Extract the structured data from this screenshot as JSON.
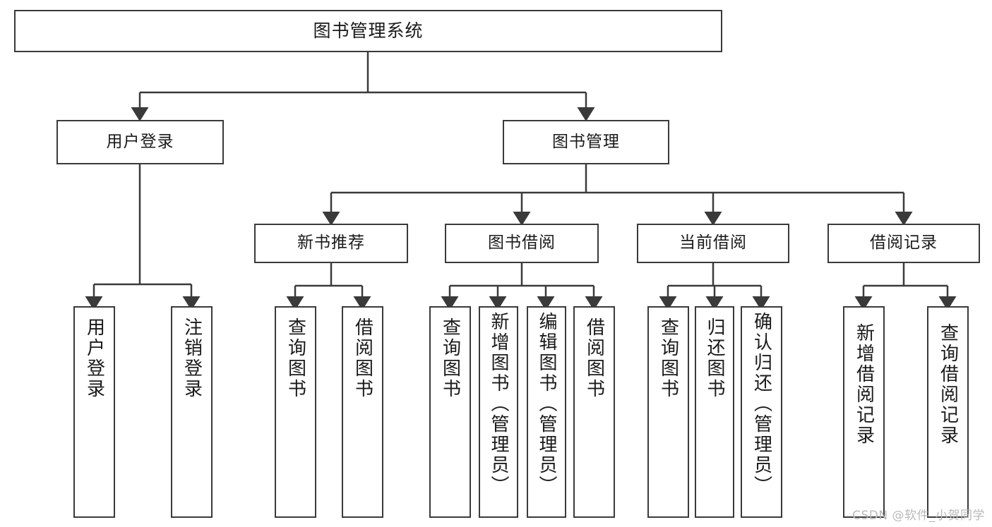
{
  "diagram": {
    "title": "图书管理系统",
    "type": "tree",
    "watermark": "CSDN @软件_小贺同学",
    "colors": {
      "box_border": "#3a3a3a",
      "box_fill": "#ffffff",
      "line": "#3a3a3a",
      "text": "#1a1a1a",
      "watermark": "#b9b9b9"
    },
    "root": {
      "label": "图书管理系统"
    },
    "level1": [
      {
        "label": "用户登录"
      },
      {
        "label": "图书管理"
      }
    ],
    "level2": [
      {
        "label": "新书推荐"
      },
      {
        "label": "图书借阅"
      },
      {
        "label": "当前借阅"
      },
      {
        "label": "借阅记录"
      }
    ],
    "leaves": {
      "user_login": [
        {
          "label": "用户登录"
        },
        {
          "label": "注销登录"
        }
      ],
      "new_book_recommend": [
        {
          "label": "查询图书"
        },
        {
          "label": "借阅图书"
        }
      ],
      "book_borrow": [
        {
          "label": "查询图书"
        },
        {
          "label": "新增图书（管理员）"
        },
        {
          "label": "编辑图书（管理员）"
        },
        {
          "label": "借阅图书"
        }
      ],
      "current_borrow": [
        {
          "label": "查询图书"
        },
        {
          "label": "归还图书"
        },
        {
          "label": "确认归还（管理员）"
        }
      ],
      "borrow_record": [
        {
          "label": "新增借阅记录"
        },
        {
          "label": "查询借阅记录"
        }
      ]
    }
  }
}
